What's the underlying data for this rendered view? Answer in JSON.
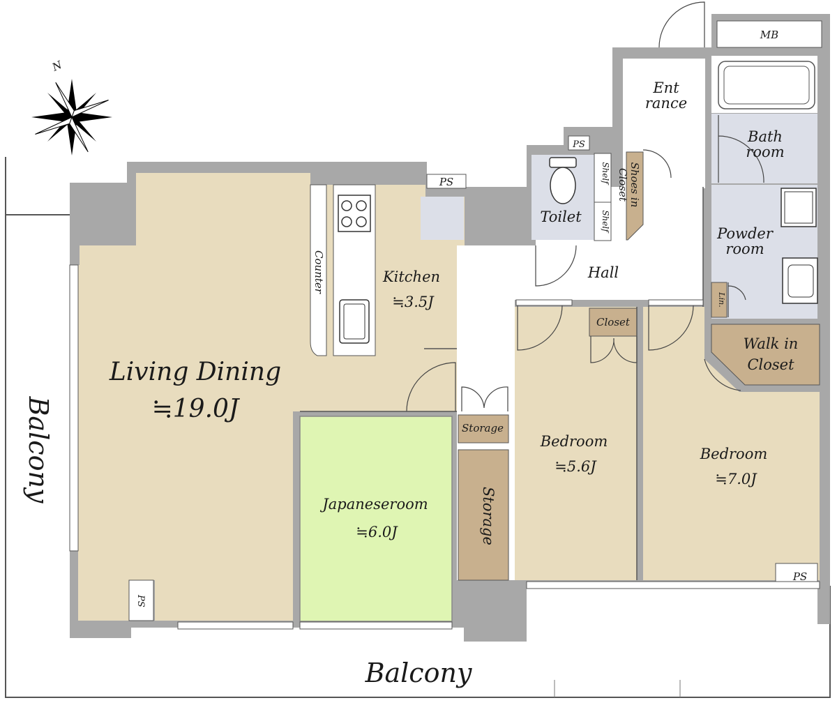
{
  "compass": {
    "north_label": "N"
  },
  "rooms": {
    "living_dining": {
      "name": "Living Dining",
      "size": "≒19.0J"
    },
    "kitchen": {
      "name": "Kitchen",
      "size": "≒3.5J"
    },
    "japanese_room": {
      "name": "Japaneseroom",
      "size": "≒6.0J"
    },
    "bedroom_1": {
      "name": "Bedroom",
      "size": "≒5.6J"
    },
    "bedroom_2": {
      "name": "Bedroom",
      "size": "≒7.0J"
    },
    "entrance": {
      "line1": "Ent",
      "line2": "rance"
    },
    "bathroom": {
      "line1": "Bath",
      "line2": "room"
    },
    "powder_room": {
      "line1": "Powder",
      "line2": "room"
    },
    "toilet": "Toilet",
    "hall": "Hall",
    "shoes_in_closet": {
      "line1": "Shoes in",
      "line2": "Closet"
    },
    "walk_in_closet": {
      "line1": "Walk in",
      "line2": "Closet"
    },
    "closet": "Closet",
    "storage_small": "Storage",
    "storage_tall": "Storage",
    "counter": "Counter",
    "shelf_upper": "Shelf",
    "shelf_lower": "Shelf",
    "linen": "Lin."
  },
  "utilities": {
    "mb": "MB",
    "ps_labels": [
      "PS",
      "PS",
      "PS",
      "PS"
    ]
  },
  "balconies": {
    "west": "Balcony",
    "south": "Balcony"
  },
  "colors": {
    "wall": "#a8a8a8",
    "living": "#e8dcbe",
    "japanese": "#dff5b3",
    "wet_area": "#dcdfe8",
    "storage": "#c8b08e",
    "floor_white": "#ffffff"
  }
}
